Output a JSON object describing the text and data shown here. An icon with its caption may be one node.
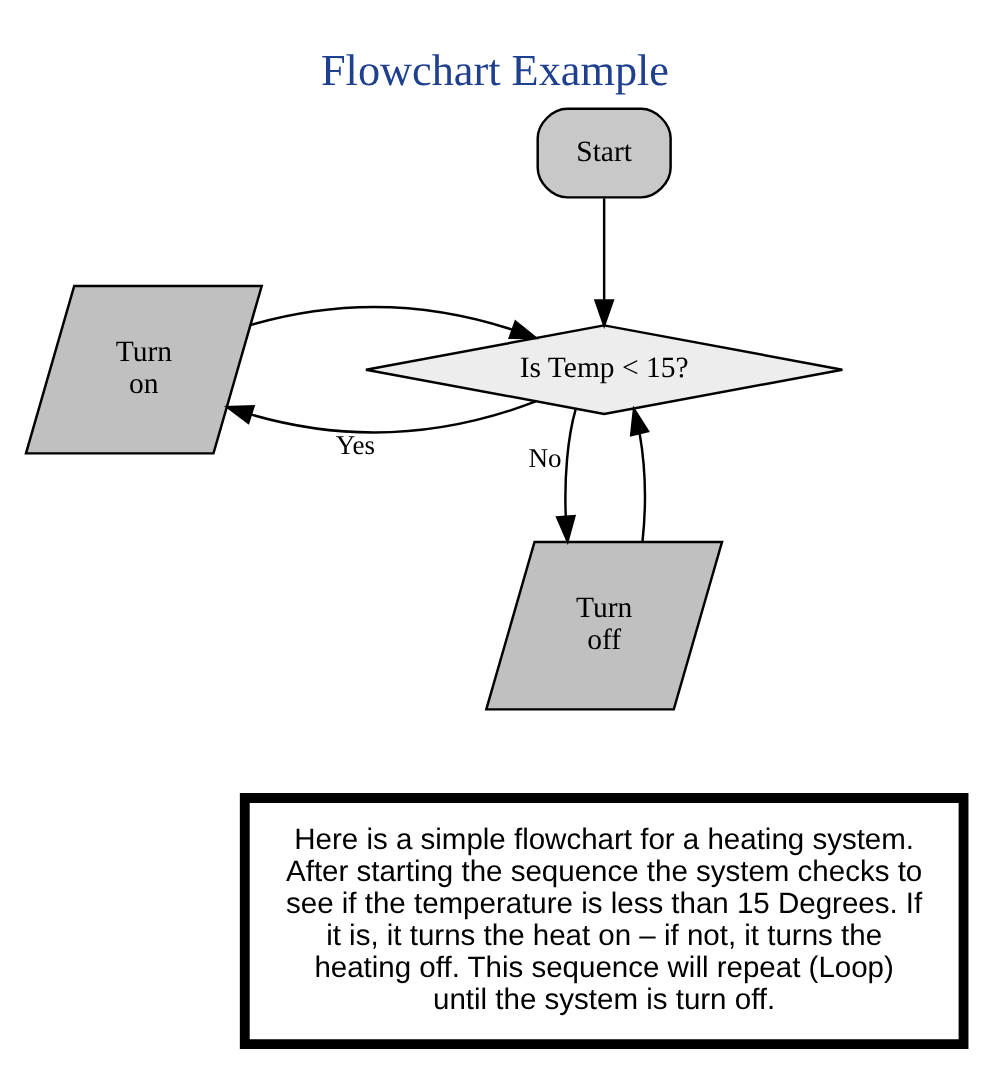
{
  "diagram": {
    "title": "Flowchart Example",
    "nodes": [
      {
        "text": [
          "Start"
        ]
      },
      {
        "text": [
          "Is Temp < 15?"
        ]
      },
      {
        "text": [
          "Turn on"
        ]
      },
      {
        "text": [
          "Turn off"
        ]
      },
      {
        "text": [
          "Here is a simple flowchart for a heating system. After starting the sequence the system checks to see if the temperature is less than 15 Degrees. If it is, it turns the heat on – if not, it turns the heating off. This sequence will repeat (Loop) until the system is turn off."
        ]
      }
    ],
    "edges": [
      {
        "from": 0,
        "to": 1,
        "arrow": "to"
      },
      {
        "from": 1,
        "to": 2,
        "arrow": "to",
        "label": "Yes"
      },
      {
        "from": 2,
        "to": 1,
        "arrow": "to"
      },
      {
        "from": 1,
        "to": 3,
        "arrow": "to",
        "label": "No"
      },
      {
        "from": 3,
        "to": 1,
        "arrow": "to"
      }
    ]
  }
}
